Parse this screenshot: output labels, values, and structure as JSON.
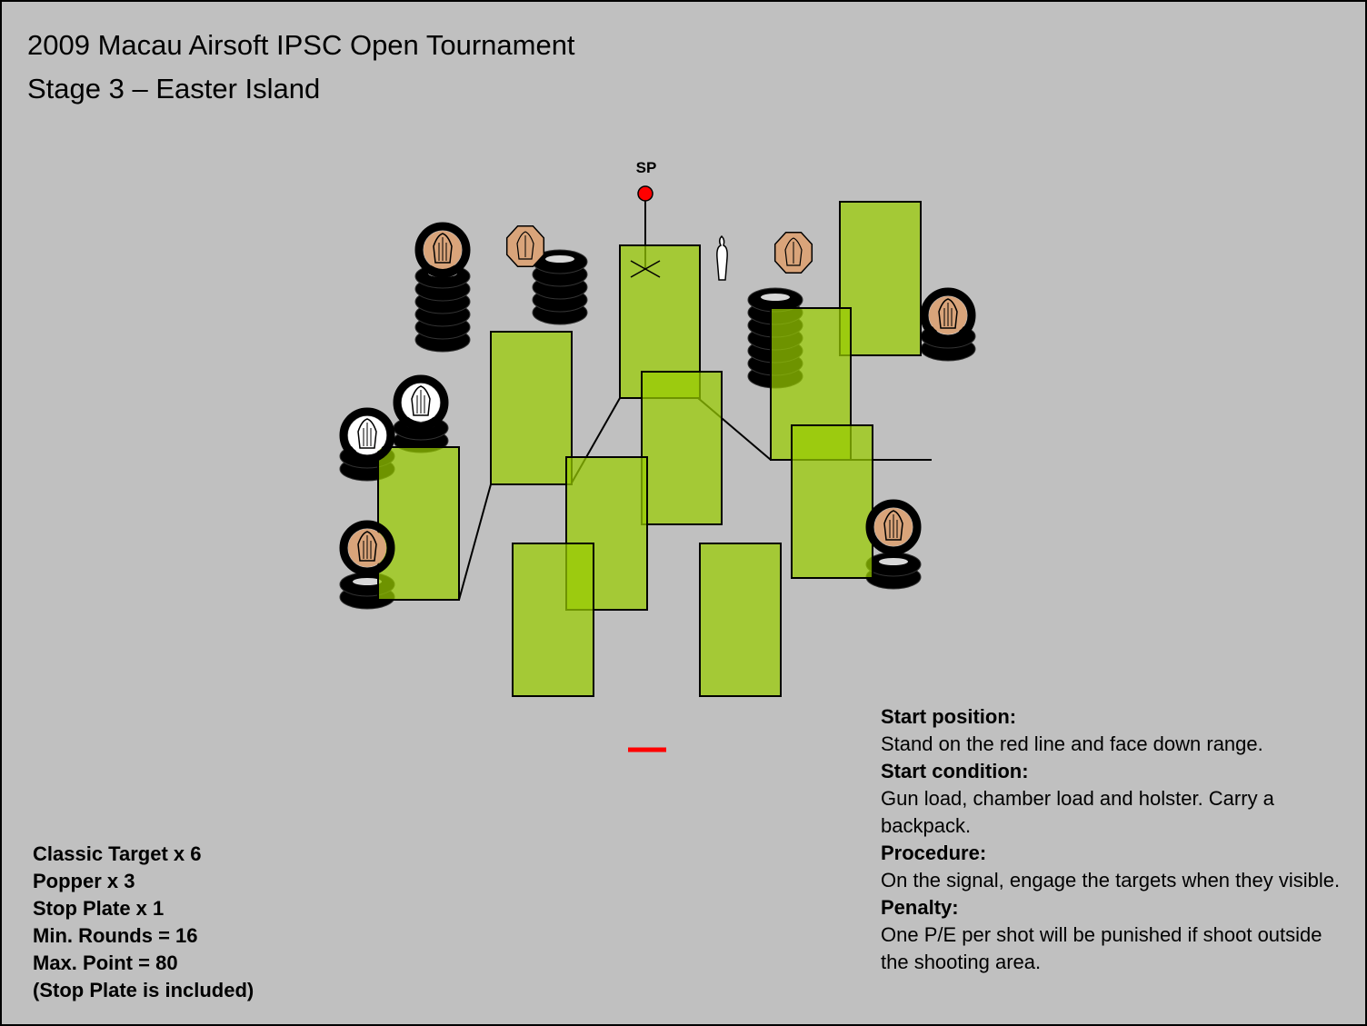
{
  "header": {
    "title": "2009 Macau Airsoft IPSC Open Tournament",
    "stage": "Stage 3 – Easter Island"
  },
  "diagram": {
    "start_point_label": "SP",
    "colors": {
      "background": "#c0c0c0",
      "wall_fill": "#99cc00",
      "start_marker": "#ff0000",
      "tire": "#000000",
      "popper": "#d9a47a"
    }
  },
  "target_summary": [
    "Classic Target x 6",
    "Popper x 3",
    "Stop Plate x 1",
    "Min. Rounds = 16",
    "Max. Point = 80",
    "(Stop Plate is included)"
  ],
  "stage_info": {
    "start_position_heading": "Start position:",
    "start_position_text": "Stand on the red line and face down range.",
    "start_condition_heading": "Start condition:",
    "start_condition_text": "Gun load, chamber load and holster. Carry a backpack.",
    "procedure_heading": "Procedure:",
    "procedure_text": "On the signal, engage the targets when they visible.",
    "penalty_heading": "Penalty:",
    "penalty_text": "One P/E per shot will be punished if shoot outside the shooting area."
  }
}
